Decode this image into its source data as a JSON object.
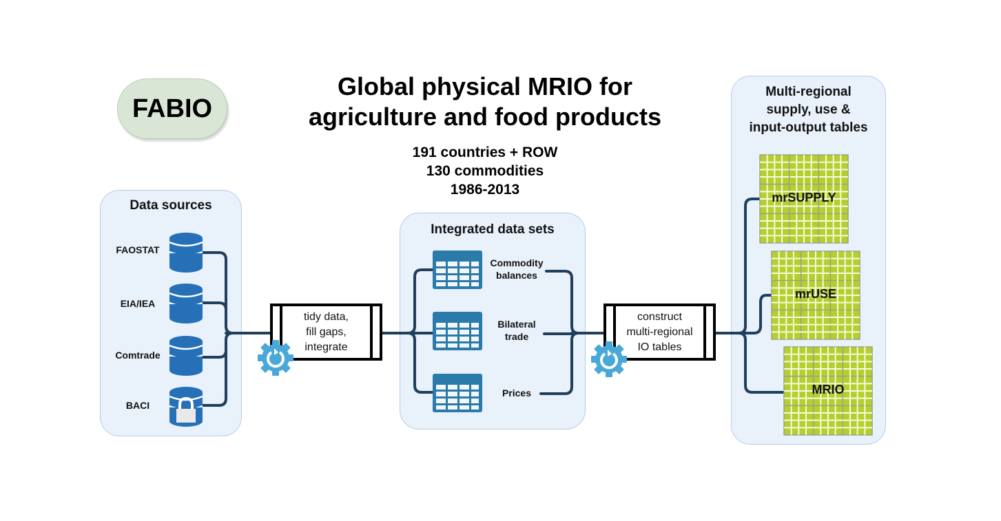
{
  "badge": {
    "label": "FABIO"
  },
  "title": {
    "line1": "Global physical MRIO for",
    "line2": "agriculture and food products"
  },
  "subtitle": {
    "line1": "191 countries + ROW",
    "line2": "130 commodities",
    "line3": "1986-2013"
  },
  "data_sources": {
    "title": "Data sources",
    "items": [
      {
        "label": "FAOSTAT",
        "icon": "database-icon"
      },
      {
        "label": "EIA/IEA",
        "icon": "database-icon"
      },
      {
        "label": "Comtrade",
        "icon": "database-icon"
      },
      {
        "label": "BACI",
        "icon": "locked-database-icon"
      }
    ]
  },
  "process1": {
    "lines": [
      "tidy data,",
      "fill gaps,",
      "integrate"
    ],
    "icon": "gear-refresh-icon"
  },
  "integrated": {
    "title": "Integrated data sets",
    "items": [
      {
        "lines": [
          "Commodity",
          "balances"
        ],
        "icon": "table-icon"
      },
      {
        "lines": [
          "Bilateral",
          "trade"
        ],
        "icon": "table-icon"
      },
      {
        "lines": [
          "Prices"
        ],
        "icon": "table-icon"
      }
    ]
  },
  "process2": {
    "lines": [
      "construct",
      "multi-regional",
      "IO tables"
    ],
    "icon": "gear-refresh-icon"
  },
  "outputs": {
    "title_lines": [
      "Multi-regional",
      "supply, use &",
      "input-output tables"
    ],
    "items": [
      {
        "label": "mrSUPPLY"
      },
      {
        "label": "mrUSE"
      },
      {
        "label": "MRIO"
      }
    ]
  },
  "colors": {
    "panel_bg": "#e9f1fb",
    "panel_border": "#b7cbe6",
    "connector": "#1f3f5c",
    "database": "#2670b8",
    "table": "#2a7aaa",
    "gear": "#4aa8d8",
    "matrix_fill": "#b5cf2e",
    "badge_bg": "#d9e6d5"
  }
}
